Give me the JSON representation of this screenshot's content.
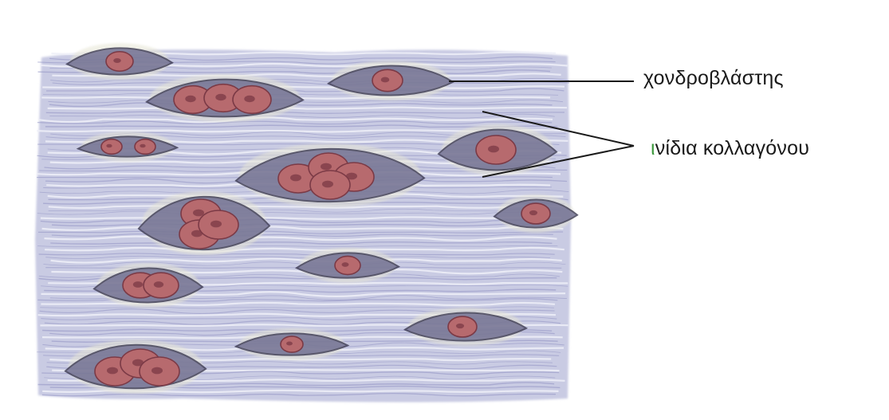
{
  "labels": {
    "chondroblast": "χονδροβλάστης",
    "collagen_first_letter": "ι",
    "collagen_rest": "νίδια κολλαγόνου"
  },
  "colors": {
    "background": "#ffffff",
    "matrix": "#c9cbe3",
    "fiber": "#8f92c2",
    "fiber_light": "#eef0f8",
    "lacuna": "#e7e6d6",
    "cell_border": "#6c6a8e",
    "cell_halo": "#3a3850",
    "nucleus": "#b76a6e",
    "nucleus_dark": "#7b3a46",
    "leader_line": "#1a1a1a",
    "label_accent": "#3f9a3f"
  }
}
